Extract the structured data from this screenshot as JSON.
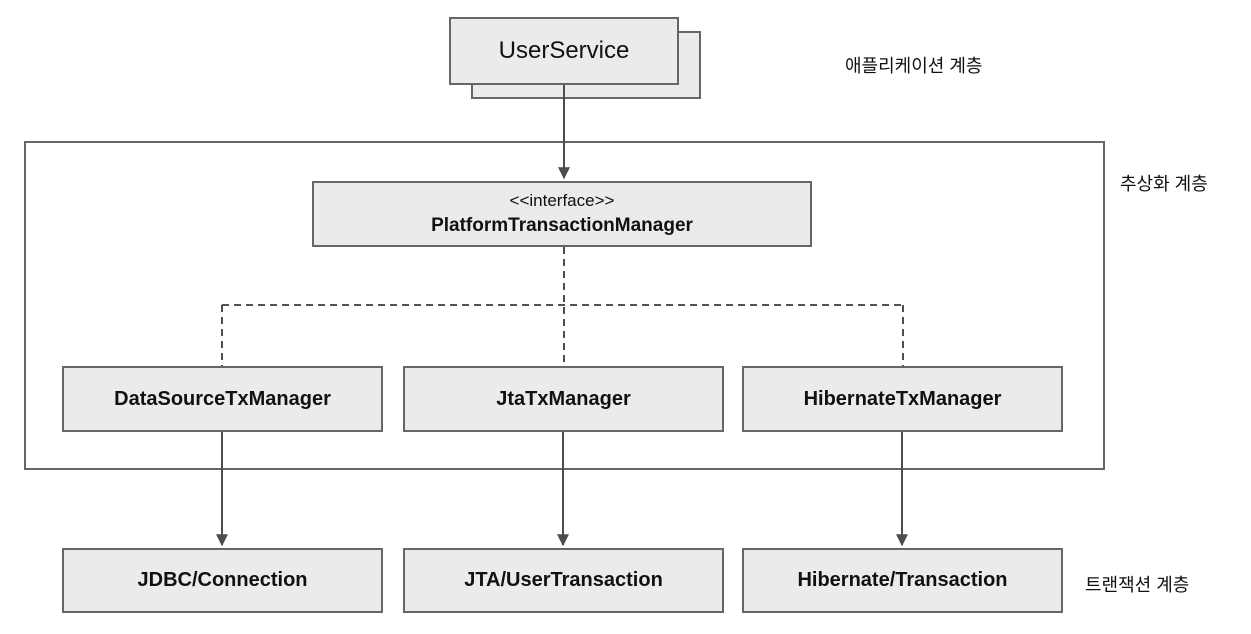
{
  "diagram": {
    "nodes": {
      "user_service": "UserService",
      "interface_stereotype": "<<interface>>",
      "interface_name": "PlatformTransactionManager",
      "managers": [
        "DataSourceTxManager",
        "JtaTxManager",
        "HibernateTxManager"
      ],
      "resources": [
        "JDBC/Connection",
        "JTA/UserTransaction",
        "Hibernate/Transaction"
      ]
    },
    "layer_labels": {
      "application": "애플리케이션 계층",
      "abstraction": "추상화 계층",
      "transaction": "트랜잭션 계층"
    },
    "colors": {
      "box_fill": "#ebebeb",
      "box_border": "#666666",
      "connector": "#4d4d4d",
      "dashed_connector": "#3a3a3a",
      "text": "#111111"
    }
  }
}
